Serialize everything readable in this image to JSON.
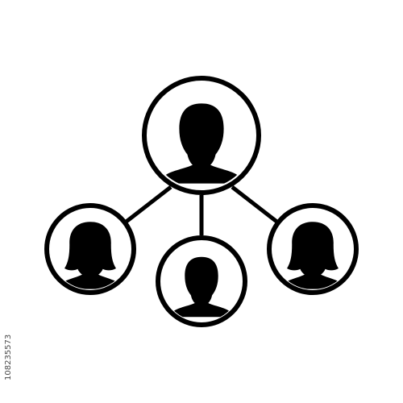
{
  "image": {
    "stock_id": "108235573",
    "icon": "people-network-icon",
    "colors": {
      "background": "#ffffff",
      "icon": "#000000",
      "watermark_text": "#4a4a4a"
    },
    "nodes": [
      {
        "role": "center-person",
        "icon": "male-avatar-icon"
      },
      {
        "role": "left-person",
        "icon": "female-avatar-icon"
      },
      {
        "role": "bottom-person",
        "icon": "male-avatar-icon"
      },
      {
        "role": "right-person",
        "icon": "female-avatar-icon"
      }
    ]
  }
}
